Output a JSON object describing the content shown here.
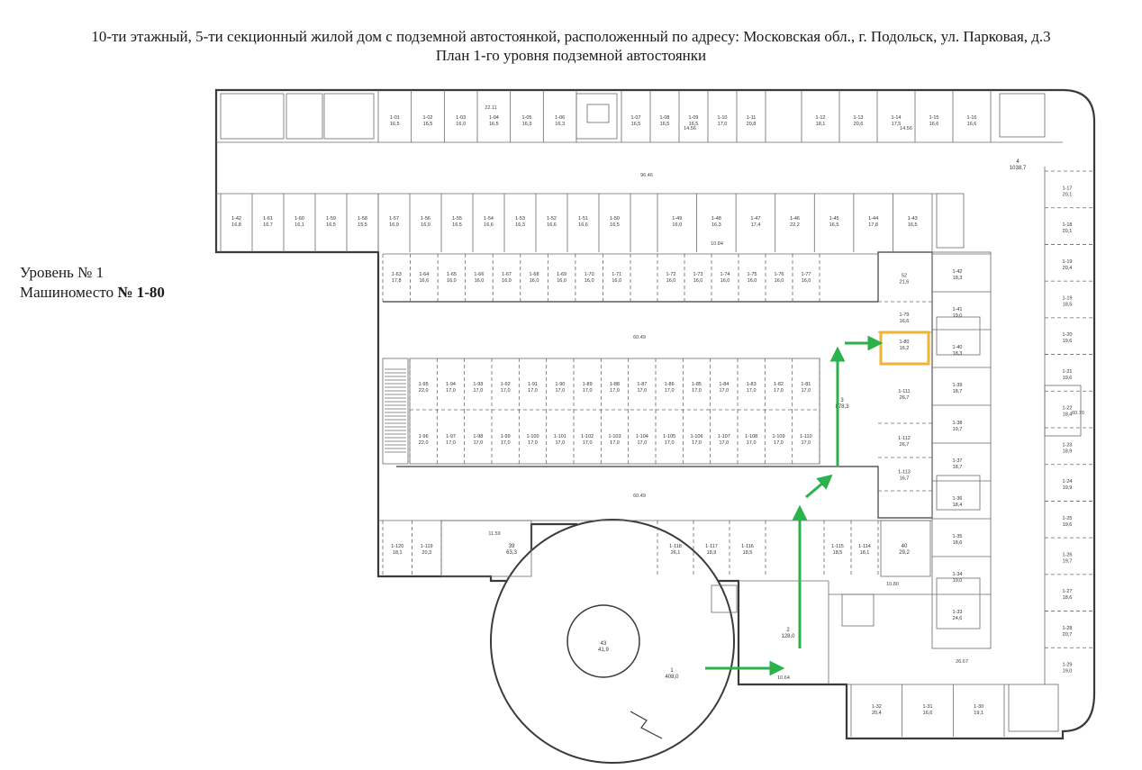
{
  "header": {
    "title_line1": "10-ти этажный, 5-ти секционный жилой дом с подземной автостоянкой, расположенный по адресу: Московская обл., г. Подольск, ул. Парковая, д.3",
    "title_line2": "План 1-го уровня подземной автостоянки"
  },
  "legend": {
    "level_text": "Уровень № 1",
    "place_prefix": "Машиноместо ",
    "place_number": "№ 1-80"
  },
  "colors": {
    "wall": "#3a3a3a",
    "thin": "#6a6a6a",
    "highlight": "#f2b233",
    "route": "#2bb24c"
  },
  "highlight": {
    "label": "1-80",
    "area": "16,2"
  },
  "zones": {
    "ramp": {
      "label": "1",
      "area": "408,0"
    },
    "drive_main": {
      "label": "3",
      "area": "878,3"
    },
    "drive_upper": {
      "label": "4",
      "area": "1038,7"
    },
    "room_2": {
      "label": "2",
      "area": "128,0"
    },
    "core_43": {
      "label": "43",
      "area": "41,9"
    },
    "room_39": {
      "label": "39",
      "area": "63,3"
    },
    "room_40": {
      "label": "40",
      "area": "29,2"
    }
  },
  "dims": {
    "top_upper": "96.46",
    "top_mid": "60.49",
    "top_low": "60.49",
    "right": "60.70",
    "d_2211": "22.11",
    "d_1456a": "14.56",
    "d_1456b": "14.56",
    "d_1084": "10.84",
    "d_1080": "10.80",
    "d_2667": "26.67",
    "d_1159": "11.59",
    "d_1064": "10.64"
  },
  "spaces": {
    "top_row": [
      [
        "1-01",
        "16,5"
      ],
      [
        "1-02",
        "16,5"
      ],
      [
        "1-03",
        "16,0"
      ],
      [
        "1-04",
        "16,5"
      ],
      [
        "1-05",
        "16,3"
      ],
      [
        "1-06",
        "16,3"
      ],
      [
        "1-07",
        "16,5"
      ],
      [
        "1-08",
        "16,5"
      ],
      [
        "1-09",
        "16,5"
      ],
      [
        "1-10",
        "17,0"
      ],
      [
        "1-11",
        "20,8"
      ],
      [
        "1-12",
        "18,1"
      ],
      [
        "1-13",
        "20,6"
      ],
      [
        "1-14",
        "17,5"
      ],
      [
        "1-15",
        "16,6"
      ],
      [
        "1-16",
        "16,6"
      ]
    ],
    "second_row": [
      [
        "1-42",
        "16,8"
      ],
      [
        "1-61",
        "16,7"
      ],
      [
        "1-60",
        "16,1"
      ],
      [
        "1-59",
        "16,5"
      ],
      [
        "1-58",
        "15,5"
      ],
      [
        "1-57",
        "16,9"
      ],
      [
        "1-56",
        "16,0"
      ],
      [
        "1-55",
        "16,5"
      ],
      [
        "1-54",
        "16,6"
      ],
      [
        "1-53",
        "16,3"
      ],
      [
        "1-52",
        "16,6"
      ],
      [
        "1-51",
        "16,6"
      ],
      [
        "1-50",
        "16,5"
      ],
      [
        "1-49",
        "16,0"
      ],
      [
        "1-48",
        "16,3"
      ],
      [
        "1-47",
        "17,4"
      ],
      [
        "1-46",
        "22,2"
      ],
      [
        "1-45",
        "16,5"
      ],
      [
        "1-44",
        "17,8"
      ],
      [
        "1-43",
        "16,5"
      ]
    ],
    "third_row": [
      [
        "1-63",
        "17,8"
      ],
      [
        "1-64",
        "16,6"
      ],
      [
        "1-65",
        "16,0"
      ],
      [
        "1-66",
        "16,0"
      ],
      [
        "1-67",
        "16,0"
      ],
      [
        "1-68",
        "16,0"
      ],
      [
        "1-69",
        "16,0"
      ],
      [
        "1-70",
        "16,0"
      ],
      [
        "1-71",
        "16,0"
      ],
      [
        "1-72",
        "16,0"
      ],
      [
        "1-73",
        "16,0"
      ],
      [
        "1-74",
        "16,0"
      ],
      [
        "1-75",
        "16,0"
      ],
      [
        "1-76",
        "16,0"
      ],
      [
        "1-77",
        "16,0"
      ]
    ],
    "mid_upper": [
      [
        "1-95",
        "22,0"
      ],
      [
        "1-94",
        "17,0"
      ],
      [
        "1-93",
        "17,0"
      ],
      [
        "1-92",
        "17,0"
      ],
      [
        "1-91",
        "17,0"
      ],
      [
        "1-90",
        "17,0"
      ],
      [
        "1-89",
        "17,0"
      ],
      [
        "1-88",
        "17,0"
      ],
      [
        "1-87",
        "17,0"
      ],
      [
        "1-86",
        "17,0"
      ],
      [
        "1-85",
        "17,0"
      ],
      [
        "1-84",
        "17,0"
      ],
      [
        "1-83",
        "17,0"
      ],
      [
        "1-82",
        "17,0"
      ],
      [
        "1-81",
        "17,0"
      ]
    ],
    "mid_lower": [
      [
        "1-96",
        "22,0"
      ],
      [
        "1-97",
        "17,0"
      ],
      [
        "1-98",
        "17,0"
      ],
      [
        "1-99",
        "17,0"
      ],
      [
        "1-100",
        "17,0"
      ],
      [
        "1-101",
        "17,0"
      ],
      [
        "1-102",
        "17,0"
      ],
      [
        "1-103",
        "17,0"
      ],
      [
        "1-104",
        "17,0"
      ],
      [
        "1-105",
        "17,0"
      ],
      [
        "1-106",
        "17,0"
      ],
      [
        "1-107",
        "17,0"
      ],
      [
        "1-108",
        "17,0"
      ],
      [
        "1-109",
        "17,0"
      ],
      [
        "1-110",
        "17,0"
      ]
    ],
    "bottom_row": [
      [
        "1-120",
        "18,1"
      ],
      [
        "1-119",
        "20,3"
      ],
      [
        "1-118",
        "26,1"
      ],
      [
        "1-117",
        "18,9"
      ],
      [
        "1-116",
        "18,5"
      ],
      [
        "1-115",
        "18,5"
      ],
      [
        "1-114",
        "18,1"
      ]
    ],
    "right_inner": [
      [
        "52",
        "21,6"
      ],
      [
        "1-79",
        "16,6"
      ],
      [
        "1-111",
        "26,7"
      ],
      [
        "1-112",
        "26,7"
      ],
      [
        "1-113",
        "16,7"
      ]
    ],
    "right_col": [
      [
        "1-42",
        "18,3"
      ],
      [
        "1-41",
        "19,0"
      ],
      [
        "1-40",
        "18,3"
      ],
      [
        "1-39",
        "18,7"
      ],
      [
        "1-38",
        "19,7"
      ],
      [
        "1-37",
        "18,7"
      ],
      [
        "1-36",
        "18,4"
      ],
      [
        "1-35",
        "18,6"
      ],
      [
        "1-34",
        "19,0"
      ],
      [
        "1-33",
        "24,6"
      ]
    ],
    "far_right": [
      [
        "1-17",
        "20,1"
      ],
      [
        "1-18",
        "20,1"
      ],
      [
        "1-19",
        "20,4"
      ],
      [
        "1-19",
        "18,5"
      ],
      [
        "1-20",
        "19,6"
      ],
      [
        "1-21",
        "19,6"
      ],
      [
        "1-22",
        "18,4"
      ],
      [
        "1-23",
        "18,9"
      ],
      [
        "1-24",
        "19,9"
      ],
      [
        "1-25",
        "19,6"
      ],
      [
        "1-26",
        "19,7"
      ],
      [
        "1-27",
        "18,6"
      ],
      [
        "1-28",
        "20,7"
      ],
      [
        "1-29",
        "19,0"
      ]
    ],
    "bottom_right": [
      [
        "1-32",
        "20,4"
      ],
      [
        "1-31",
        "16,6"
      ],
      [
        "1-30",
        "19,1"
      ]
    ]
  }
}
